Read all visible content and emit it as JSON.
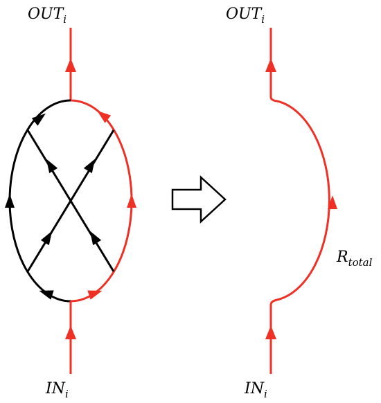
{
  "colors": {
    "red": "#ee3124",
    "black": "#000000",
    "background": "#ffffff"
  },
  "left_diagram": {
    "top_label": {
      "main": "OUT",
      "sub": "i"
    },
    "bottom_label": {
      "main": "IN",
      "sub": "i"
    }
  },
  "right_diagram": {
    "top_label": {
      "main": "OUT",
      "sub": "i"
    },
    "bottom_label": {
      "main": "IN",
      "sub": "i"
    },
    "path_label": {
      "main": "R",
      "sub": "total"
    }
  },
  "transform_arrow": {
    "icon": "hollow-right-arrow"
  }
}
